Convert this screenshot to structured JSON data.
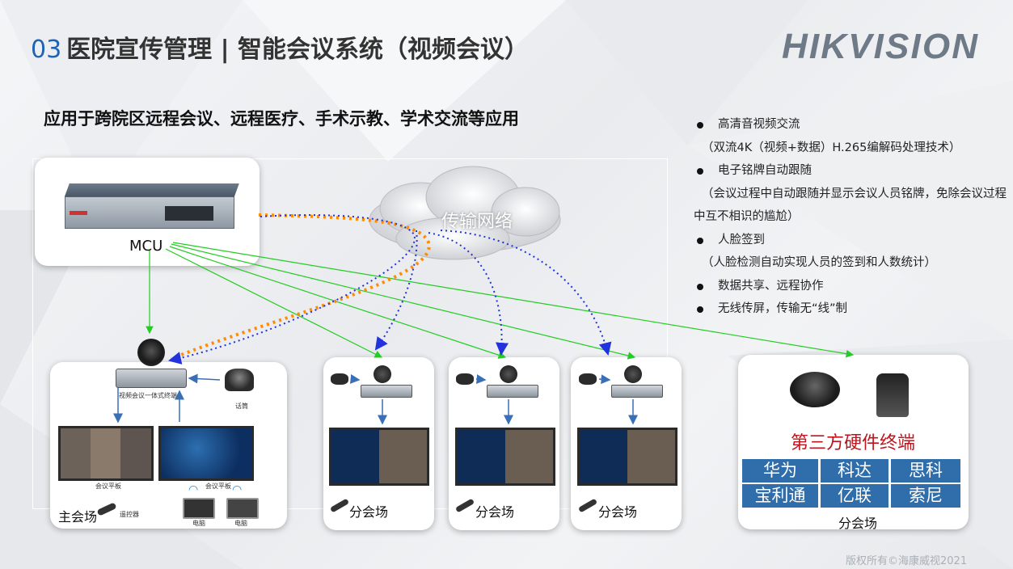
{
  "header": {
    "number": "03",
    "title": "医院宣传管理 | 智能会议系统（视频会议）",
    "logo_text": "HIKVISION"
  },
  "subtitle": "应用于跨院区远程会议、远程医疗、手术示教、学术交流等应用",
  "diagram": {
    "mcu_label": "MCU",
    "cloud_label": "传输网络",
    "main_venue": {
      "label": "主会场",
      "device_label": "视频会议一体式终端",
      "mic_label": "话筒",
      "panel_left_label": "会议平板",
      "panel_right_label": "会议平板",
      "laptop_left_label": "电脑",
      "laptop_right_label": "电脑",
      "remote_label": "遥控器"
    },
    "branch_venues": [
      {
        "label": "分会场"
      },
      {
        "label": "分会场"
      },
      {
        "label": "分会场"
      }
    ],
    "third_party": {
      "title": "第三方硬件终端",
      "brands": [
        "华为",
        "科达",
        "思科",
        "宝利通",
        "亿联",
        "索尼"
      ],
      "venue_label": "分会场"
    }
  },
  "features": [
    {
      "title": "高清音视频交流",
      "detail": "（双流4K（视频+数据）H.265编解码处理技术）"
    },
    {
      "title": "电子铭牌自动跟随",
      "detail": "（会议过程中自动跟随并显示会议人员铭牌，免除会议过程中互不相识的尴尬）"
    },
    {
      "title": "人脸签到",
      "detail": "（人脸检测自动实现人员的签到和人数统计）"
    },
    {
      "title": "数据共享、远程协作",
      "detail": ""
    },
    {
      "title": "无线传屏，传输无“线”制",
      "detail": ""
    }
  ],
  "colors": {
    "accent_blue": "#1e64b4",
    "brand_blue": "#2f6dab",
    "red": "#c0141c",
    "line_green": "#22cc22",
    "dotted_blue": "#2233dd",
    "dotted_orange": "#ff8c00"
  },
  "footer": {
    "copyright": "版权所有©海康威视2021"
  }
}
